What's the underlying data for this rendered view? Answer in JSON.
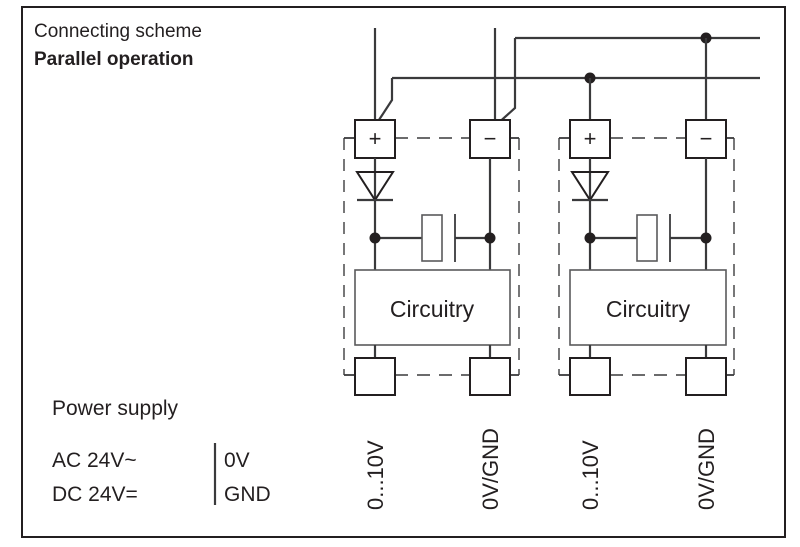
{
  "diagram": {
    "title_line1": "Connecting scheme",
    "title_line2": "Parallel operation",
    "frame_color": "#231f20",
    "wire_color": "#3a3a3c"
  },
  "power_supply": {
    "heading": "Power supply",
    "rows": [
      {
        "source": "AC 24V~",
        "reference": "0V"
      },
      {
        "source": "DC 24V=",
        "reference": "GND"
      }
    ]
  },
  "modules": [
    {
      "id": "module-1",
      "circuitry_label": "Circuitry",
      "top_terminals": [
        {
          "symbol": "+",
          "name": "positive"
        },
        {
          "symbol": "−",
          "name": "negative"
        }
      ],
      "bottom_terminals": [
        {
          "label": "0...10V",
          "name": "signal"
        },
        {
          "label": "0V/GND",
          "name": "ground"
        }
      ],
      "components": [
        {
          "type": "diode",
          "name": "rectifier-diode"
        },
        {
          "type": "capacitor",
          "name": "smoothing-capacitor"
        }
      ]
    },
    {
      "id": "module-2",
      "circuitry_label": "Circuitry",
      "top_terminals": [
        {
          "symbol": "+",
          "name": "positive"
        },
        {
          "symbol": "−",
          "name": "negative"
        }
      ],
      "bottom_terminals": [
        {
          "label": "0...10V",
          "name": "signal"
        },
        {
          "label": "0V/GND",
          "name": "ground"
        }
      ],
      "components": [
        {
          "type": "diode",
          "name": "rectifier-diode"
        },
        {
          "type": "capacitor",
          "name": "smoothing-capacitor"
        }
      ]
    }
  ],
  "buses": [
    {
      "name": "supply-bus-upper",
      "y": 38
    },
    {
      "name": "supply-bus-lower",
      "y": 78
    }
  ]
}
